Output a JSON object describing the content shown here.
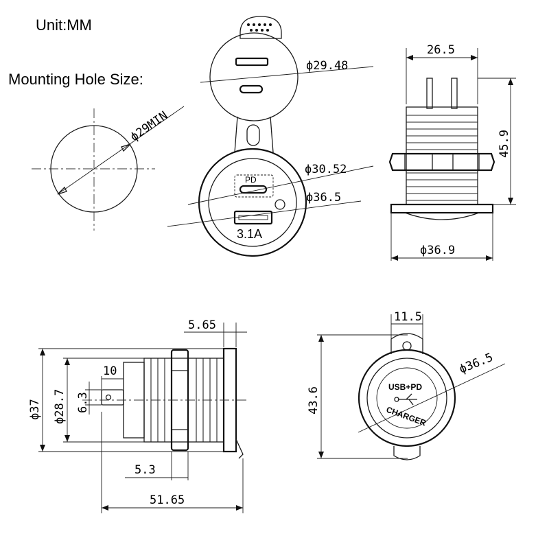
{
  "header": {
    "unit": "Unit:MM",
    "mounting_hole": "Mounting Hole Size:"
  },
  "mounting_hole_view": {
    "diameter_label": "ϕ29MIN"
  },
  "front_view": {
    "cap_diameter": "ϕ29.48",
    "inner_diameter": "ϕ30.52",
    "outer_diameter": "ϕ36.5",
    "pd_label": "PD",
    "usb_a_label": "3.1A"
  },
  "side_view": {
    "width": "26.5",
    "height": "45.9",
    "base_diameter": "ϕ36.9"
  },
  "length_view": {
    "flange": "5.65",
    "terminal": "10",
    "terminal_width": "6.3",
    "body_diameter": "ϕ28.7",
    "flange_diameter": "ϕ37",
    "nut": "5.3",
    "total_length": "51.65"
  },
  "cap_view": {
    "tab_width": "11.5",
    "diameter": "ϕ36.5",
    "height": "43.6",
    "text_top": "USB+PD",
    "text_bottom": "CHARGER"
  }
}
